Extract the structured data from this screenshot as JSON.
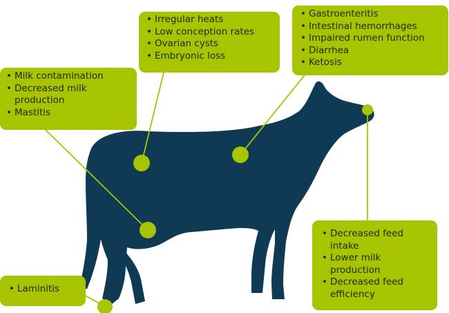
{
  "colors": {
    "callout": "#a8c400",
    "cow": "#0e3a53",
    "connector": "#a8c400",
    "text": "#1b2a12"
  },
  "callouts": {
    "udder": [
      "Milk contamination",
      "Decreased milk production",
      "Mastitis"
    ],
    "reproduction": [
      "Irregular heats",
      "Low conception rates",
      "Ovarian cysts",
      "Embryonic loss"
    ],
    "digestive": [
      "Gastroenteritis",
      "Intestinal hemorrhages",
      "Impaired rumen function",
      "Diarrhea",
      "Ketosis"
    ],
    "feed": [
      "Decreased feed intake",
      "Lower milk production",
      "Decreased feed efficiency"
    ],
    "feet": [
      "Laminitis"
    ]
  }
}
